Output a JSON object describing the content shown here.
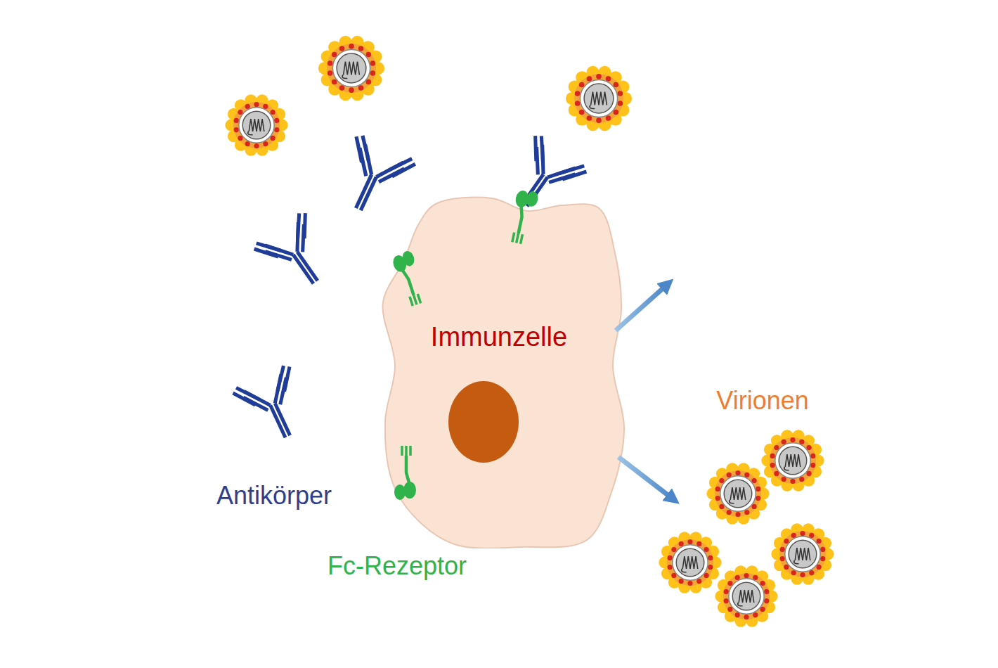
{
  "diagram": {
    "nodes": [
      {
        "text": [
          "Immunzelle"
        ]
      }
    ],
    "labels": [
      "Antikörper",
      "Fc-Rezeptor",
      "Virionen"
    ]
  }
}
